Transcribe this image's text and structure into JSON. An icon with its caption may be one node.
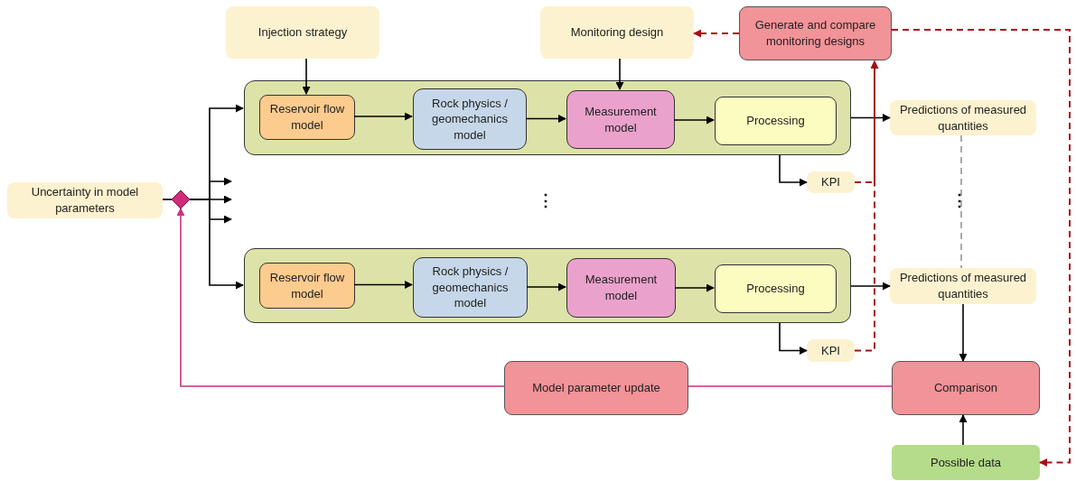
{
  "diagram": {
    "nodes": [
      {
        "text": [
          "Injection strategy"
        ]
      },
      {
        "text": [
          "Monitoring design"
        ]
      },
      {
        "text": [
          "Generate and compare monitoring designs"
        ]
      },
      {
        "text": [
          "Uncertainty in model parameters"
        ]
      },
      {
        "text": [],
        "shape": "diamond"
      },
      {
        "text": [],
        "shape": "box"
      },
      {
        "text": [
          "Reservoir flow model"
        ],
        "in": 5
      },
      {
        "text": [
          "Rock physics / geomechanics model"
        ],
        "in": 5
      },
      {
        "text": [
          "Measurement model"
        ],
        "in": 5
      },
      {
        "text": [
          "Processing"
        ],
        "in": 5
      },
      {
        "text": [
          "Predictions of measured quantities"
        ]
      },
      {
        "text": [
          "KPI"
        ]
      },
      {
        "text": [],
        "shape": "box"
      },
      {
        "text": [
          "Reservoir flow model"
        ],
        "in": 12
      },
      {
        "text": [
          "Rock physics / geomechanics model"
        ],
        "in": 12
      },
      {
        "text": [
          "Measurement model"
        ],
        "in": 12
      },
      {
        "text": [
          "Processing"
        ],
        "in": 12
      },
      {
        "text": [
          "Predictions of measured quantities"
        ]
      },
      {
        "text": [
          "KPI"
        ]
      },
      {
        "text": [
          "Model parameter update"
        ]
      },
      {
        "text": [
          "Comparison"
        ]
      },
      {
        "text": [
          "Possible data"
        ]
      }
    ],
    "edges": [
      {
        "from": 0,
        "to": 6,
        "arrow": "to"
      },
      {
        "from": 1,
        "to": 8,
        "arrow": "to"
      },
      {
        "from": 2,
        "to": 1,
        "arrow": "to",
        "style": "dashed",
        "color": "#a50f15"
      },
      {
        "from": 3,
        "to": 4,
        "arrow": "none"
      },
      {
        "from": 4,
        "to": 5,
        "arrow": "to"
      },
      {
        "from": 4,
        "to": null,
        "arrow": "to"
      },
      {
        "from": 4,
        "to": null,
        "arrow": "to"
      },
      {
        "from": 4,
        "to": null,
        "arrow": "to"
      },
      {
        "from": 4,
        "to": 12,
        "arrow": "to"
      },
      {
        "from": 6,
        "to": 7,
        "arrow": "to"
      },
      {
        "from": 7,
        "to": 8,
        "arrow": "to"
      },
      {
        "from": 8,
        "to": 9,
        "arrow": "to"
      },
      {
        "from": 5,
        "to": 10,
        "arrow": "to"
      },
      {
        "from": 5,
        "to": 11,
        "arrow": "to"
      },
      {
        "from": 11,
        "to": 2,
        "arrow": "to",
        "style": "dashed",
        "color": "#a50f15"
      },
      {
        "from": 13,
        "to": 14,
        "arrow": "to"
      },
      {
        "from": 14,
        "to": 15,
        "arrow": "to"
      },
      {
        "from": 15,
        "to": 16,
        "arrow": "to"
      },
      {
        "from": 12,
        "to": 17,
        "arrow": "to"
      },
      {
        "from": 12,
        "to": 18,
        "arrow": "to"
      },
      {
        "from": 18,
        "to": 2,
        "arrow": "to",
        "style": "dashed",
        "color": "#a50f15"
      },
      {
        "from": 10,
        "to": 17,
        "arrow": "none",
        "style": "dashed",
        "color": "#aaaaaa"
      },
      {
        "from": 17,
        "to": 20,
        "arrow": "to"
      },
      {
        "from": 21,
        "to": 20,
        "arrow": "to"
      },
      {
        "from": 20,
        "to": 19,
        "arrow": "none",
        "color": "#c8327f"
      },
      {
        "from": 19,
        "to": 4,
        "arrow": "to",
        "color": "#c8327f"
      },
      {
        "from": 2,
        "to": 21,
        "arrow": "to",
        "style": "dashed",
        "color": "#a50f15"
      }
    ],
    "labels": [
      "⋮",
      "⋮"
    ]
  }
}
